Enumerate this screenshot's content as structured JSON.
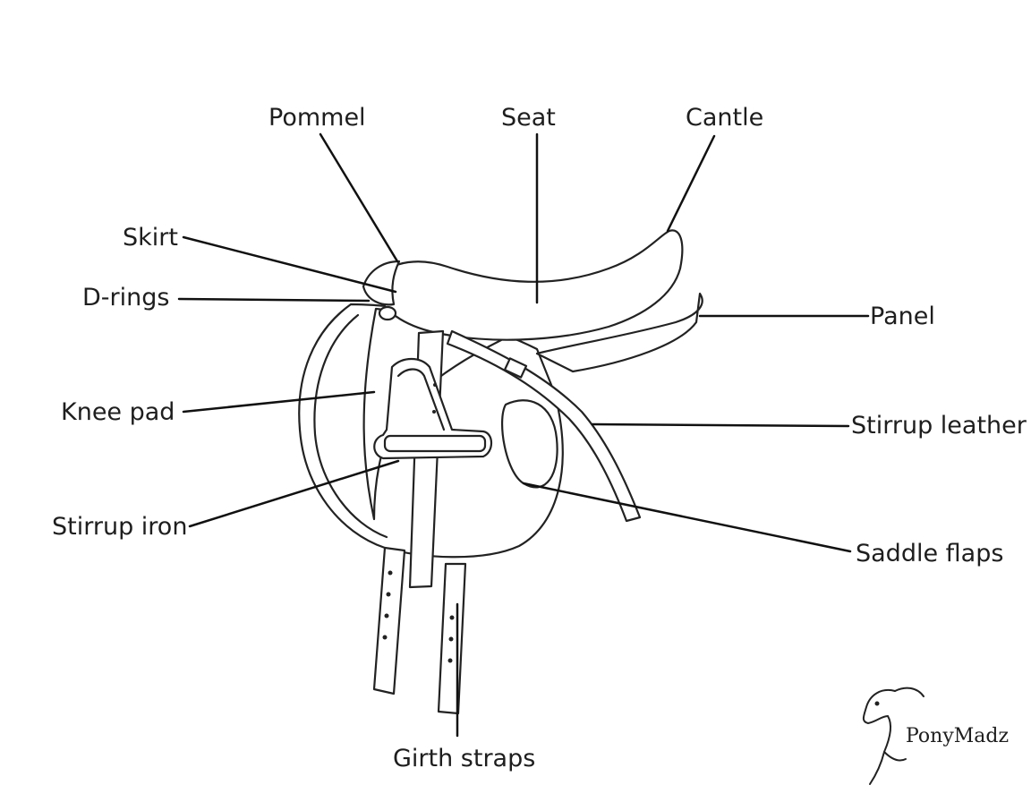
{
  "diagram": {
    "labels": {
      "pommel": "Pommel",
      "seat": "Seat",
      "cantle": "Cantle",
      "skirt": "Skirt",
      "d_rings": "D-rings",
      "panel": "Panel",
      "knee_pad": "Knee pad",
      "stirrup_leather": "Stirrup leather",
      "stirrup_iron": "Stirrup iron",
      "saddle_flaps": "Saddle flaps",
      "girth_straps": "Girth straps"
    },
    "watermark": "PonyMadz"
  }
}
